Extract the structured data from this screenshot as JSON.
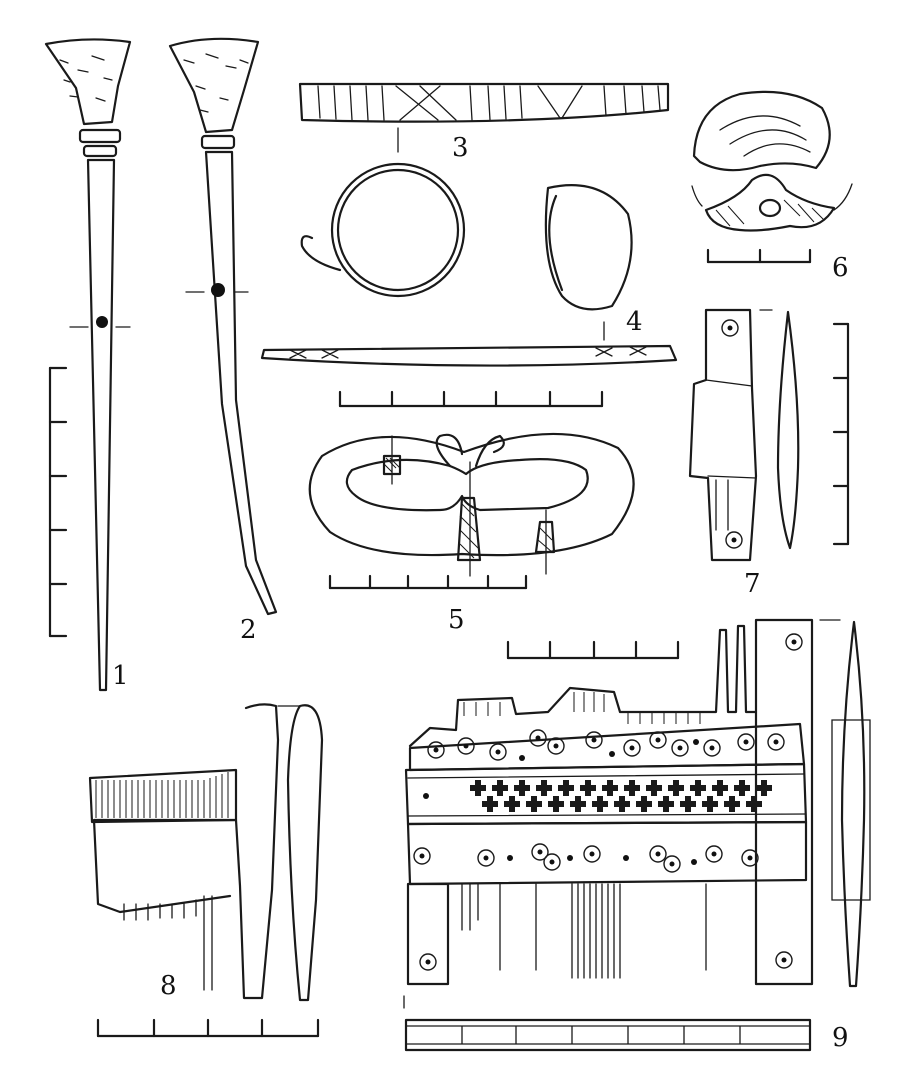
{
  "figures": [
    {
      "id": 1,
      "label": "1",
      "object": "pin"
    },
    {
      "id": 2,
      "label": "2",
      "object": "pin"
    },
    {
      "id": 3,
      "label": "3",
      "object": "incised bar"
    },
    {
      "id": 4,
      "label": "4",
      "object": "wire rings"
    },
    {
      "id": 5,
      "label": "5",
      "object": "buckle frame"
    },
    {
      "id": 6,
      "label": "6",
      "object": "fragment"
    },
    {
      "id": 7,
      "label": "7",
      "object": "comb connecting plate"
    },
    {
      "id": 8,
      "label": "8",
      "object": "comb fragment"
    },
    {
      "id": 9,
      "label": "9",
      "object": "composite comb"
    }
  ],
  "scale_bars": {
    "fig1": {
      "divisions": 5
    },
    "fig4": {
      "divisions": 5
    },
    "fig5": {
      "divisions": 5
    },
    "fig6": {
      "divisions": 2
    },
    "fig7": {
      "divisions": 4
    },
    "fig8": {
      "divisions": 4
    },
    "fig9": {
      "divisions": 4
    }
  },
  "style": {
    "ink": "#1a1a1a",
    "background": "#ffffff"
  }
}
